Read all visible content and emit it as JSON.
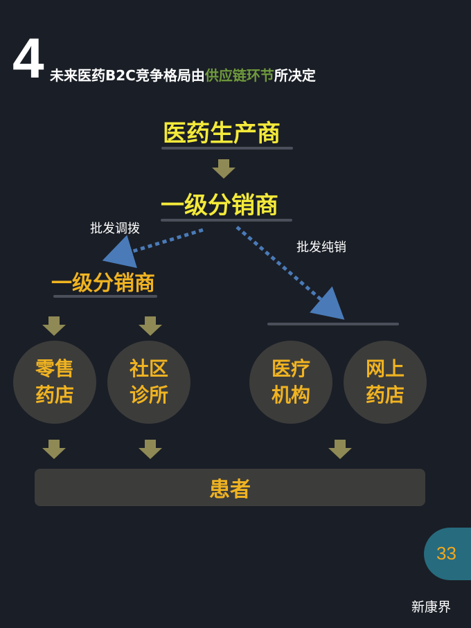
{
  "header": {
    "number": "4",
    "title_pre": "未来医药B2C竞争格局由",
    "title_highlight": "供应链环节",
    "title_post": "所决定"
  },
  "nodes": {
    "manufacturer": "医药生产商",
    "level1_top": "一级分销商",
    "level1_left": "一级分销商",
    "retail_pharmacy": "零售药店",
    "community_clinic": "社区诊所",
    "medical_institution": "医疗机构",
    "online_pharmacy": "网上药店",
    "patient": "患者"
  },
  "edges": {
    "left_label": "批发调拨",
    "right_label": "批发纯销"
  },
  "footer": {
    "page_number": "33",
    "brand": "新康界"
  },
  "colors": {
    "background": "#1a1e26",
    "yellow": "#f4ea3a",
    "orange": "#f0b321",
    "green_highlight": "#6f9a3c",
    "arrow_olive": "#8f8a55",
    "dashed_blue": "#4a7bb8",
    "circle_fill": "#3c3c3b",
    "page_badge": "#276b7e"
  }
}
